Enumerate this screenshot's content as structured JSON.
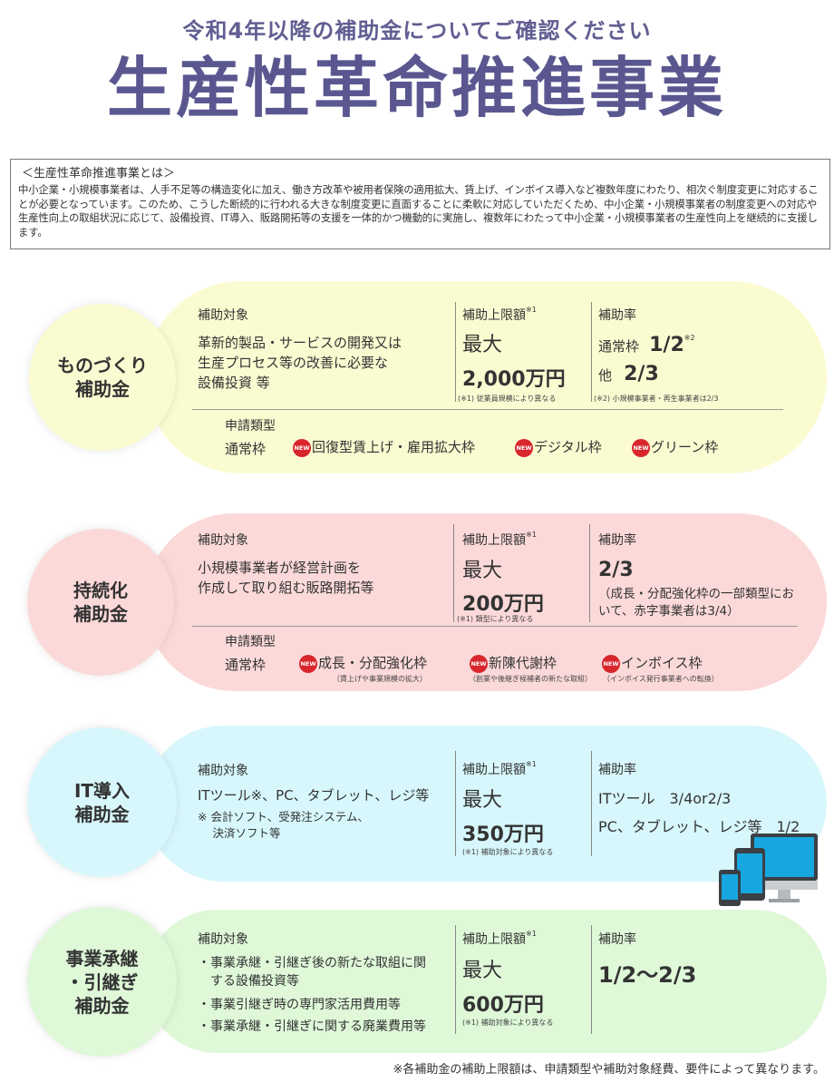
{
  "header": {
    "subtitle": "令和4年以降の補助金についてご確認ください",
    "title": "生産性革命推進事業"
  },
  "about": {
    "heading": "＜生産性革命推進事業とは＞",
    "text": "中小企業・小規模事業者は、人手不足等の構造変化に加え、働き方改革や被用者保険の適用拡大、賃上げ、インボイス導入など複数年度にわたり、相次ぐ制度変更に対応することが必要となっています。このため、こうした断続的に行われる大きな制度変更に直面することに柔軟に対応していただくため、中小企業・小規模事業者の制度変更への対応や生産性向上の取組状況に応じて、設備投資、IT導入、販路開拓等の支援を一体的かつ機動的に実施し、複数年にわたって中小企業・小規模事業者の生産性向上を継続的に支援します。"
  },
  "colors": {
    "title": "#5a5790",
    "monozukuri": "#fbfbd2",
    "jizokuka": "#fcd9d9",
    "it": "#d7f7fc",
    "jigyo": "#def8d8",
    "new_badge": "#d8262c"
  },
  "labels": {
    "target": "補助対象",
    "limit": "補助上限額",
    "limit_mark": "※1",
    "rate": "補助率",
    "categories": "申請類型",
    "new": "NEW"
  },
  "monozukuri": {
    "name": "ものづくり\n補助金",
    "target": "革新的製品・サービスの開発又は\n生産プロセス等の改善に必要な\n設備投資 等",
    "limit_prefix": "最大",
    "limit_amount": "2,000万円",
    "limit_note": "(※1) 従業員規模により異なる",
    "rate_line1_label": "通常枠",
    "rate_line1_value": "1/2",
    "rate_line1_mark": "※2",
    "rate_line2_label": "他",
    "rate_line2_value": "2/3",
    "rate_note": "(※2) 小規模事業者・再生事業者は2/3",
    "cat_normal": "通常枠",
    "cat1": "回復型賃上げ・雇用拡大枠",
    "cat2": "デジタル枠",
    "cat3": "グリーン枠"
  },
  "jizokuka": {
    "name": "持続化\n補助金",
    "target": "小規模事業者が経営計画を\n作成して取り組む販路開拓等",
    "limit_prefix": "最大",
    "limit_amount": "200万円",
    "limit_note": "(※1) 類型により異なる",
    "rate_value": "2/3",
    "rate_note": "（成長・分配強化枠の一部類型にお\nいて、赤字事業者は3/4）",
    "cat_normal": "通常枠",
    "cat1": "成長・分配強化枠",
    "cat1_sub": "（賃上げや事業規模の拡大）",
    "cat2": "新陳代謝枠",
    "cat2_sub": "（創業や後継ぎ候補者の新たな取組）",
    "cat3": "インボイス枠",
    "cat3_sub": "（インボイス発行事業者への転換）"
  },
  "it": {
    "name": "IT導入\n補助金",
    "target": "ITツール※、PC、タブレット、レジ等",
    "target_note": "※ 会計ソフト、受発注システム、\n　 決済ソフト等",
    "limit_prefix": "最大",
    "limit_amount": "350万円",
    "limit_note": "(※1) 補助対象により異なる",
    "rate_line1": "ITツール　3/4or2/3",
    "rate_line2": "PC、タブレット、レジ等　1/2"
  },
  "jigyo": {
    "name": "事業承継\n・引継ぎ\n補助金",
    "target1": "・事業承継・引継ぎ後の新たな取組に関\n　する設備投資等",
    "target2": "・事業引継ぎ時の専門家活用費用等",
    "target3": "・事業承継・引継ぎに関する廃業費用等",
    "limit_prefix": "最大",
    "limit_amount": "600万円",
    "limit_note": "(※1) 補助対象により異なる",
    "rate_value": "1/2〜2/3"
  },
  "footer": {
    "note": "※各補助金の補助上限額は、申請類型や補助対象経費、要件によって異なります。"
  }
}
